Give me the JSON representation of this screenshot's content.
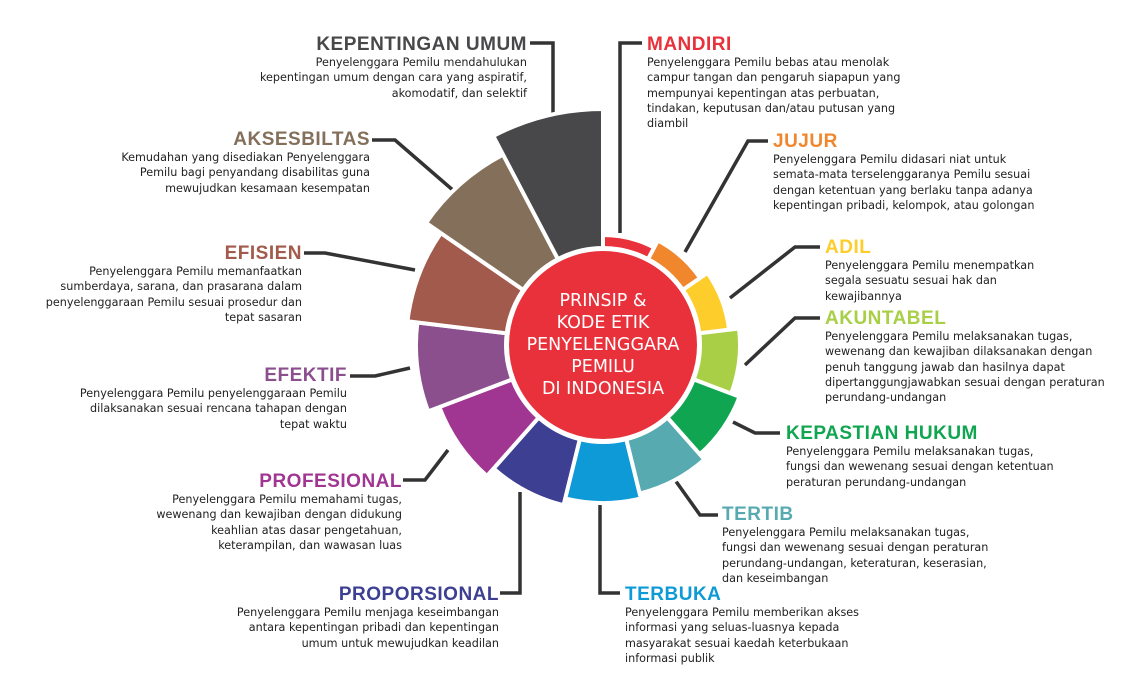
{
  "center": {
    "lines": [
      "PRINSIP &",
      "KODE ETIK",
      "PENYELENGGARA",
      "PEMILU",
      "DI INDONESIA"
    ],
    "color": "#e8313a"
  },
  "principles": [
    {
      "title": "MANDIRI",
      "color": "#e8313a",
      "desc": "Penyelenggara Pemilu bebas atau menolak campur tangan dan pengaruh siapapun yang mempunyai kepentingan atas perbuatan, tindakan, keputusan dan/atau putusan yang diambil"
    },
    {
      "title": "JUJUR",
      "color": "#f0872d",
      "desc": "Penyelenggara Pemilu didasari niat untuk semata-mata terselenggaranya Pemilu sesuai dengan ketentuan yang berlaku tanpa adanya kepentingan pribadi, kelompok, atau golongan"
    },
    {
      "title": "ADIL",
      "color": "#fdcd2b",
      "desc": "Penyelenggara Pemilu menempatkan segala sesuatu sesuai hak dan kewajibannya"
    },
    {
      "title": "AKUNTABEL",
      "color": "#a8cf45",
      "desc": "Penyelenggara Pemilu melaksanakan tugas, wewenang dan kewajiban dilaksanakan dengan penuh tanggung jawab dan hasilnya dapat dipertanggungjawabkan sesuai dengan peraturan perundang-undangan"
    },
    {
      "title": "KEPASTIAN HUKUM",
      "color": "#10a550",
      "desc": "Penyelenggara Pemilu melaksanakan tugas, fungsi dan wewenang sesuai dengan ketentuan peraturan perundang-undangan"
    },
    {
      "title": "TERTIB",
      "color": "#57aab0",
      "desc": "Penyelenggara Pemilu melaksanakan tugas, fungsi dan wewenang sesuai dengan peraturan perundang-undangan, keteraturan, keserasian, dan keseimbangan"
    },
    {
      "title": "TERBUKA",
      "color": "#0e9ad7",
      "desc": "Penyelenggara Pemilu memberikan akses informasi yang seluas-luasnya kepada masyarakat sesuai kaedah keterbukaan informasi publik"
    },
    {
      "title": "PROPORSIONAL",
      "color": "#3c3f92",
      "desc": "Penyelenggara Pemilu menjaga keseimbangan antara kepentingan pribadi dan kepentingan umum untuk mewujudkan keadilan"
    },
    {
      "title": "PROFESIONAL",
      "color": "#a13592",
      "desc": "Penyelenggara Pemilu memahami tugas, wewenang dan kewajiban dengan didukung keahlian atas dasar pengetahuan, keterampilan, dan wawasan luas"
    },
    {
      "title": "EFEKTIF",
      "color": "#8b4f8e",
      "desc": "Penyelenggara Pemilu penyelenggaraan Pemilu dilaksanakan sesuai rencana tahapan dengan tepat waktu"
    },
    {
      "title": "EFISIEN",
      "color": "#a15a4b",
      "desc": "Penyelenggara Pemilu memanfaatkan sumberdaya, sarana, dan prasarana dalam penyelenggaraan Pemilu sesuai prosedur dan tepat sasaran"
    },
    {
      "title": "AKSESBILTAS",
      "color": "#84705a",
      "desc": "Kemudahan yang disediakan Penyelenggara Pemilu bagi penyandang disabilitas guna mewujudkan kesamaan kesempatan"
    },
    {
      "title": "KEPENTINGAN UMUM",
      "color": "#48484a",
      "desc": "Penyelenggara Pemilu mendahulukan kepentingan umum dengan cara yang aspiratif, akomodatif, dan selektif"
    }
  ]
}
